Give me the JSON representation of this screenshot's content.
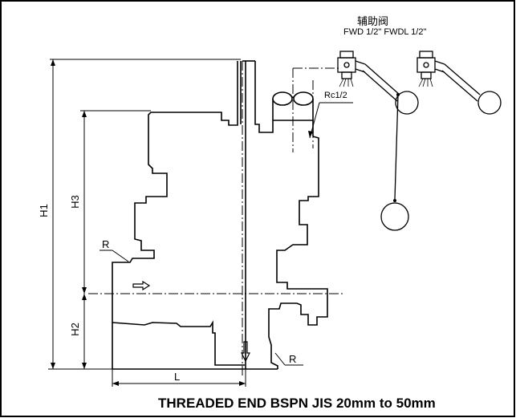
{
  "title": "THREADED END BSPN JIS 20mm to 50mm",
  "auxiliary_valve": {
    "label_cn": "辅助阀",
    "models": "FWD 1/2\"  FWDL 1/2\""
  },
  "dimensions": {
    "h1": "H1",
    "h2": "H2",
    "h3": "H3",
    "l": "L",
    "r_upper": "R",
    "r_lower": "R",
    "port": "Rc1/2"
  },
  "colors": {
    "line": "#000000",
    "background": "#ffffff"
  }
}
